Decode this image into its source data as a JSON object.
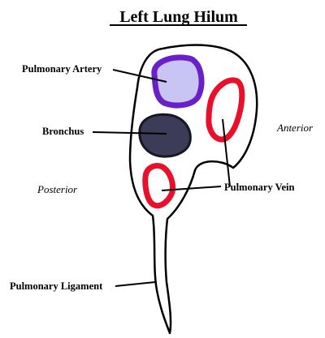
{
  "title": "Left Lung Hilum",
  "labels": {
    "pulmonary_artery": "Pulmonary Artery",
    "bronchus": "Bronchus",
    "pulmonary_vein": "Pulmonary Vein",
    "pulmonary_ligament": "Pulmonary Ligament",
    "anterior": "Anterior",
    "posterior": "Posterior"
  },
  "colors": {
    "artery_fill": "#c8c4f4",
    "artery_stroke": "#6a20c8",
    "bronchus_fill": "#3c3c58",
    "bronchus_stroke": "#161624",
    "vein_stroke": "#e8102a",
    "outline": "#000000"
  }
}
